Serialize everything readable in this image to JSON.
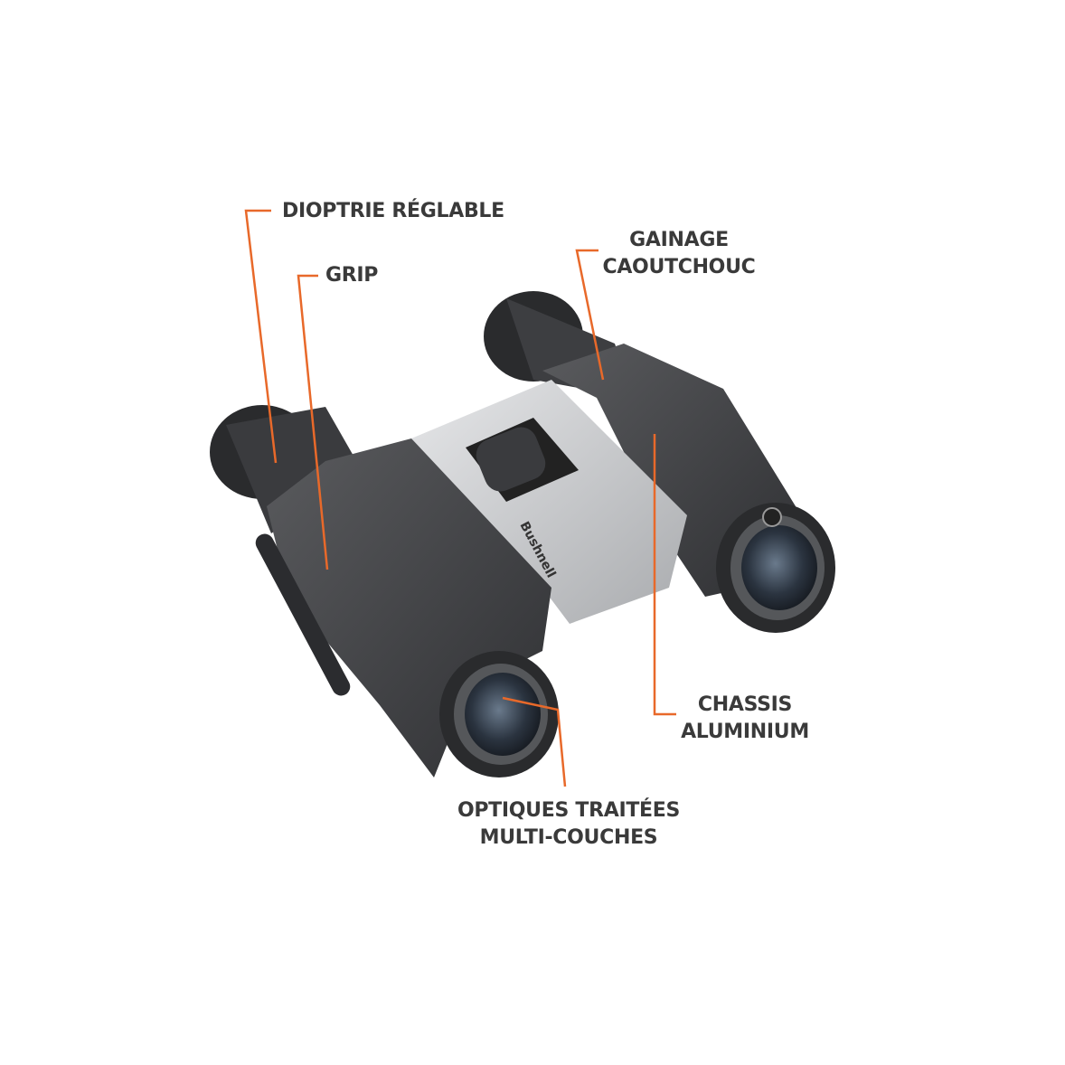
{
  "callouts": {
    "diopter": {
      "text": "DIOPTRIE RÉGLABLE"
    },
    "grip": {
      "text": "GRIP"
    },
    "rubber": {
      "line1": "GAINAGE",
      "line2": "CAOUTCHOUC"
    },
    "chassis": {
      "line1": "CHASSIS",
      "line2": "ALUMINIUM"
    },
    "optics": {
      "line1": "OPTIQUES TRAITÉES",
      "line2": "MULTI-COUCHES"
    }
  },
  "product": {
    "brand_logo": "Bushnell"
  },
  "colors": {
    "callout_line": "#e8692a",
    "label_text": "#3a3a3a",
    "body": "#4a4b4d",
    "bridge": "#c9cacc"
  }
}
